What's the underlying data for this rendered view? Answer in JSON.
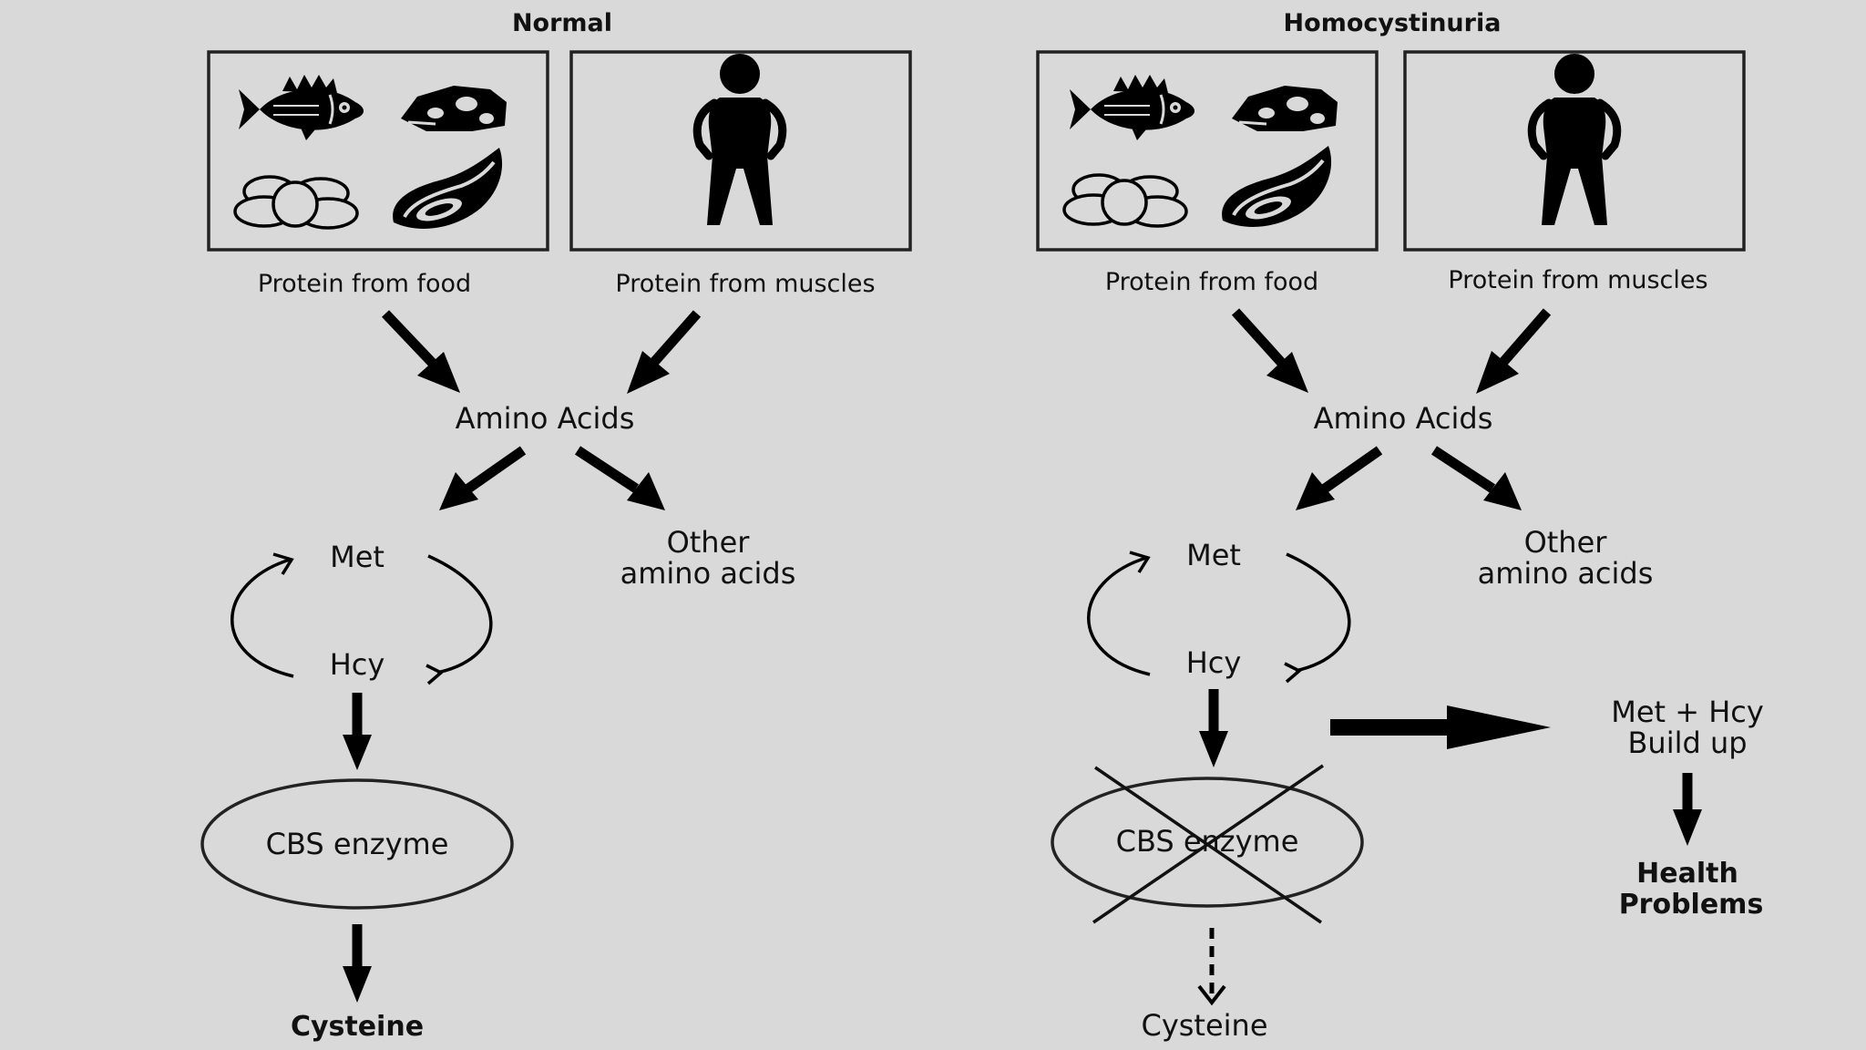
{
  "normal": {
    "title": "Normal",
    "protein_food_label": "Protein from food",
    "protein_muscles_label": "Protein from muscles",
    "amino_acids_label": "Amino Acids",
    "other_amino_acids_line1": "Other",
    "other_amino_acids_line2": "amino acids",
    "met_label": "Met",
    "hcy_label": "Hcy",
    "enzyme_label": "CBS enzyme",
    "product_label": "Cysteine"
  },
  "homocystinuria": {
    "title": "Homocystinuria",
    "protein_food_label": "Protein from food",
    "protein_muscles_label": "Protein from muscles",
    "amino_acids_label": "Amino Acids",
    "other_amino_acids_line1": "Other",
    "other_amino_acids_line2": "amino acids",
    "met_label": "Met",
    "hcy_label": "Hcy",
    "enzyme_label": "CBS enzyme",
    "product_label": "Cysteine",
    "buildup_line1": "Met + Hcy",
    "buildup_line2": "Build up",
    "problems_line1": "Health",
    "problems_line2": "Problems"
  },
  "icons": [
    "fish-icon",
    "cheese-icon",
    "eggs-icon",
    "oyster-icon",
    "person-icon"
  ],
  "colors": {
    "background": "#d9d9d9",
    "ink": "#111111"
  }
}
